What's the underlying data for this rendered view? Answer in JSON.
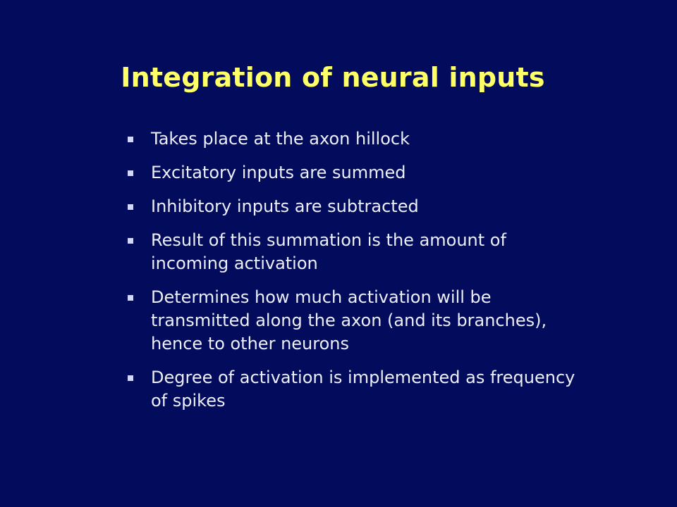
{
  "slide": {
    "title": "Integration of neural inputs",
    "bullets": [
      "Takes place at the axon hillock",
      "Excitatory inputs are summed",
      "Inhibitory inputs are subtracted",
      "Result of this summation is the amount of incoming activation",
      "Determines how much activation will be transmitted along the axon (and its branches), hence to other neurons",
      "Degree of activation is implemented as frequency of spikes"
    ],
    "bullet_marker_icon": "square-bullet-icon",
    "colors": {
      "background": "#030b5c",
      "title": "#ffff66",
      "body_text": "#eceff7",
      "bullet": "#d2d8f5"
    }
  }
}
